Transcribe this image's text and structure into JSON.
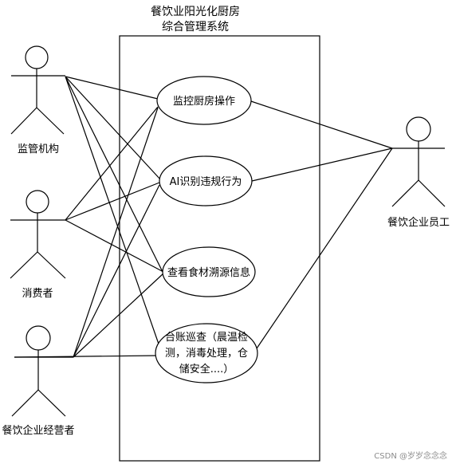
{
  "system": {
    "title_line1": "餐饮业阳光化厨房",
    "title_line2": "综合管理系统"
  },
  "actors": {
    "regulator": "监管机构",
    "consumer": "消费者",
    "operator": "餐饮企业经营者",
    "employee": "餐饮企业员工"
  },
  "use_cases": {
    "monitor": "监控厨房操作",
    "ai_detect": "AI识别违规行为",
    "trace": "查看食材溯源信息",
    "ledger_line1": "台账巡查（晨温检",
    "ledger_line2": "测，消毒处理，仓",
    "ledger_line3": "储安全....）"
  },
  "watermark": "CSDN @岁岁念念念"
}
